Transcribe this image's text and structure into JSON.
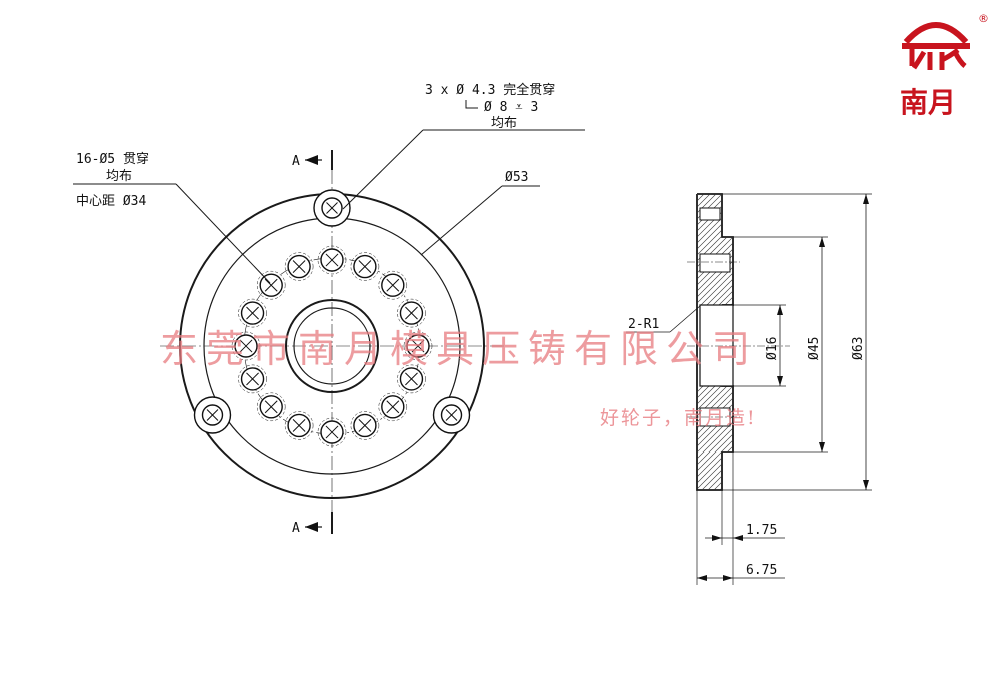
{
  "logo": {
    "text": "南月",
    "mark": "®",
    "color": "#c8141e"
  },
  "watermark": {
    "company": "东莞市南月模具压铸有限公司",
    "slogan": "好轮子，南月造!",
    "color": "#e87b80"
  },
  "annotations": {
    "counterbore_line1": "3 x Ø 4.3 完全贯穿",
    "counterbore_line2": "Ø 8 ⩡ 3",
    "counterbore_line3": "均布",
    "holes_line1": "16-Ø5 贯穿",
    "holes_line2": "均布",
    "pitch": "中心距 Ø34",
    "dia53": "Ø53",
    "section_top": "A",
    "section_bottom": "A",
    "radius": "2-R1"
  },
  "dimensions": {
    "d16": "Ø16",
    "d45": "Ø45",
    "d63": "Ø63",
    "t1": "1.75",
    "t2": "6.75"
  }
}
